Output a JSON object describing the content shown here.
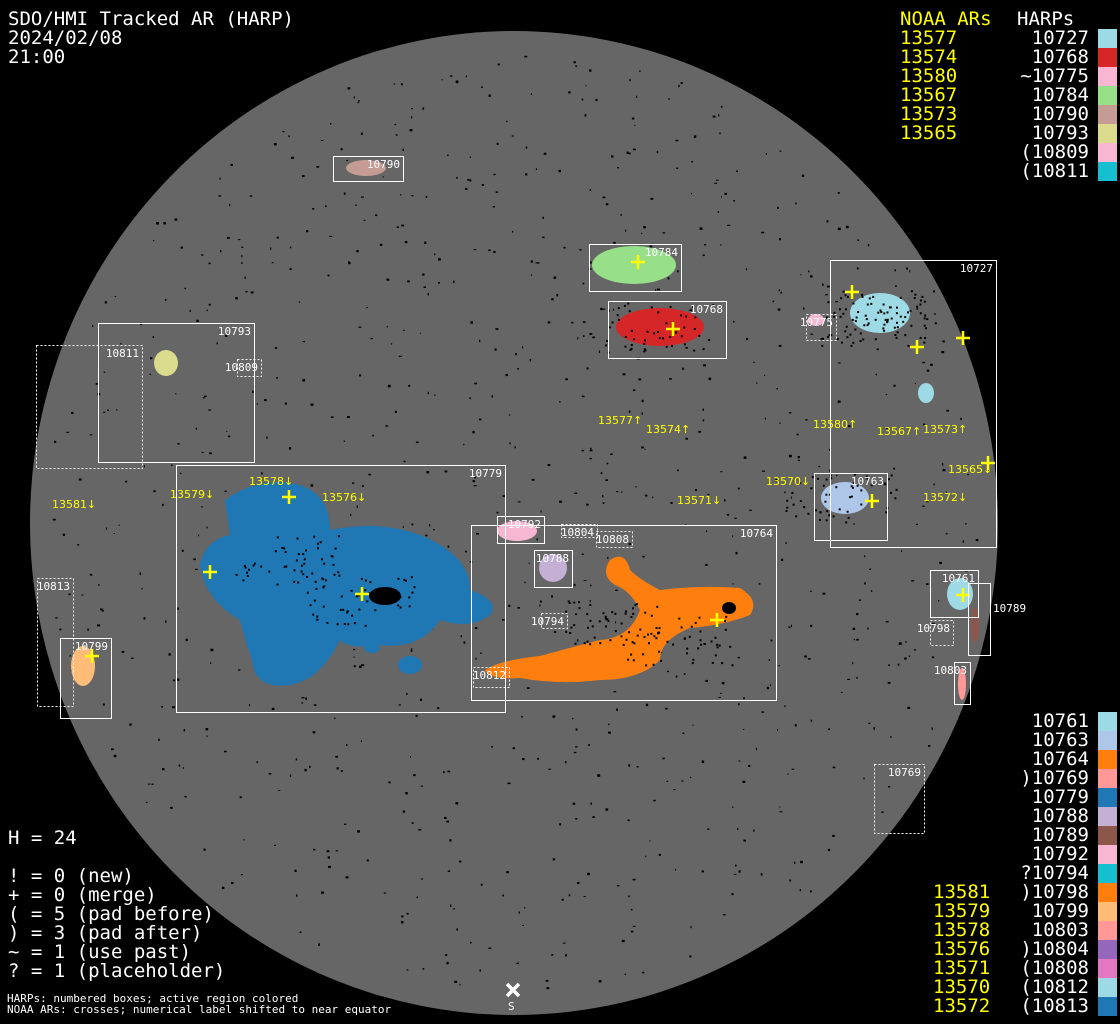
{
  "header": {
    "title": "SDO/HMI Tracked AR (HARP)",
    "date": "2024/02/08",
    "time": "21:00"
  },
  "legend_top": {
    "noaa_header": "NOAA ARs",
    "harp_header": "HARPs",
    "noaa": [
      "13577",
      "13574",
      "13580",
      "13567",
      "13573",
      "13565"
    ],
    "harps": [
      {
        "label": "10727",
        "color": "#9edae5"
      },
      {
        "label": "10768",
        "color": "#d62728"
      },
      {
        "label": "~10775",
        "color": "#f7b6d2"
      },
      {
        "label": "10784",
        "color": "#98df8a"
      },
      {
        "label": "10790",
        "color": "#c49c94"
      },
      {
        "label": "10793",
        "color": "#dbdb8d"
      },
      {
        "label": "(10809",
        "color": "#f7b6d2"
      },
      {
        "label": "(10811",
        "color": "#17becf"
      }
    ]
  },
  "legend_bottom": {
    "noaa": [
      "13581",
      "13579",
      "13578",
      "13576",
      "13571",
      "13570",
      "13572"
    ],
    "harps": [
      {
        "label": "10761",
        "color": "#9edae5"
      },
      {
        "label": "10763",
        "color": "#aec7e8"
      },
      {
        "label": "10764",
        "color": "#ff7f0e"
      },
      {
        "label": ")10769",
        "color": "#ff9896"
      },
      {
        "label": "10779",
        "color": "#1f77b4"
      },
      {
        "label": "10788",
        "color": "#c5b0d5"
      },
      {
        "label": "10789",
        "color": "#8c564b"
      },
      {
        "label": "10792",
        "color": "#f7b6d2"
      },
      {
        "label": "?10794",
        "color": "#17becf"
      },
      {
        "label": ")10798",
        "color": "#ff7f0e"
      },
      {
        "label": "10799",
        "color": "#ffbb78"
      },
      {
        "label": "10803",
        "color": "#ff9896"
      },
      {
        "label": ")10804",
        "color": "#9467bd"
      },
      {
        "label": "(10808",
        "color": "#e377c2"
      },
      {
        "label": "(10812",
        "color": "#9edae5"
      },
      {
        "label": "(10813",
        "color": "#1f77b4"
      }
    ]
  },
  "stats": {
    "h": "H = 24",
    "lines": [
      "! = 0 (new)",
      "+ = 0 (merge)",
      "( = 5 (pad before)",
      ") = 3 (pad after)",
      "~ = 1 (use past)",
      "? = 1 (placeholder)"
    ]
  },
  "footnote": [
    "HARPs: numbered boxes; active region colored",
    "NOAA ARs: crosses; numerical label shifted to near equator"
  ],
  "south_marker": "S",
  "disk": {
    "harp_boxes": [
      "10790",
      "10784",
      "10768",
      "10727",
      "10775",
      "10793",
      "10811",
      "10809",
      "10779",
      "10763",
      "10792",
      "10804",
      "10808",
      "10764",
      "10788",
      "10794",
      "10812",
      "10813",
      "10799",
      "10761",
      "10789",
      "10798",
      "10803",
      "10769"
    ],
    "noaa_labels": [
      "13577↑",
      "13574↑",
      "13580↑",
      "13567↑",
      "13573↑",
      "13565↓",
      "13572↓",
      "13571↓",
      "13576↓",
      "13578↓",
      "13579↓",
      "13581↓",
      "13570↓"
    ]
  },
  "colors": {
    "disk": "#666666",
    "noaa": "#ffff00",
    "box": "#ffffff"
  }
}
